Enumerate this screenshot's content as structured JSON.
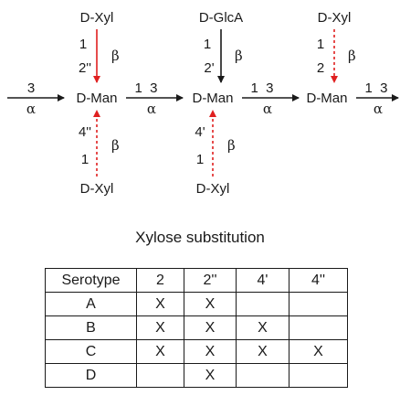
{
  "diagram": {
    "top_sugars": [
      "D-Xyl",
      "D-GlcA",
      "D-Xyl"
    ],
    "bottom_sugars": [
      "D-Xyl",
      "D-Xyl"
    ],
    "main_sugars": [
      "D-Man",
      "D-Man",
      "D-Man"
    ],
    "top_links": [
      {
        "from": "1",
        "to": "2''",
        "anomer": "β"
      },
      {
        "from": "1",
        "to": "2'",
        "anomer": "β"
      },
      {
        "from": "1",
        "to": "2",
        "anomer": "β"
      }
    ],
    "bottom_links": [
      {
        "from": "1",
        "to": "4''",
        "anomer": "β"
      },
      {
        "from": "1",
        "to": "4'",
        "anomer": "β"
      }
    ],
    "backbone_links": [
      {
        "label": "3",
        "anomer": "α"
      },
      {
        "label": "1  3",
        "anomer": "α"
      },
      {
        "label": "1  3",
        "anomer": "α"
      },
      {
        "label": "1  3",
        "anomer": "α"
      }
    ],
    "colors": {
      "red_arrow": "#e02020",
      "black_arrow": "#1a1a1a"
    }
  },
  "subtitle": "Xylose substitution",
  "table": {
    "headers": [
      "Serotype",
      "2",
      "2''",
      "4'",
      "4''"
    ],
    "rows": [
      [
        "A",
        "X",
        "X",
        "",
        ""
      ],
      [
        "B",
        "X",
        "X",
        "X",
        ""
      ],
      [
        "C",
        "X",
        "X",
        "X",
        "X"
      ],
      [
        "D",
        "",
        "X",
        "",
        ""
      ]
    ]
  }
}
